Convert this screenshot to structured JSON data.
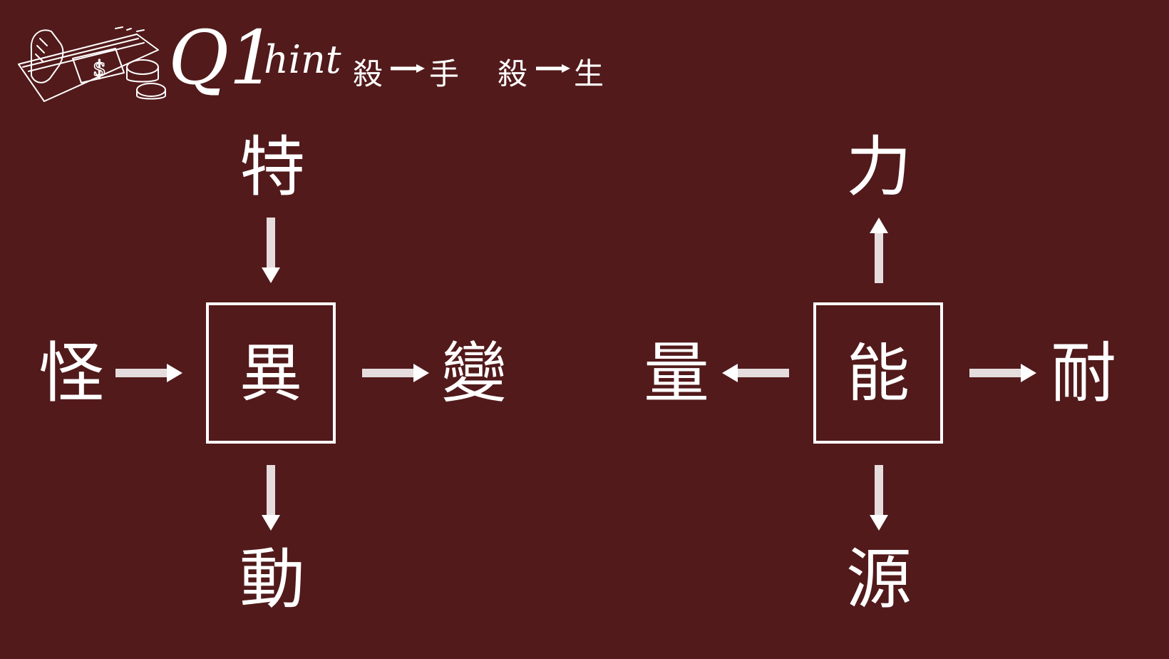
{
  "colors": {
    "background": "#521a1b",
    "foreground": "#ffffff"
  },
  "header": {
    "logo_icon": "money-hand-sketch-icon",
    "question_label": "Q1",
    "hint_label": "hint",
    "hint_pairs": [
      {
        "from": "殺",
        "to": "手"
      },
      {
        "from": "殺",
        "to": "生"
      }
    ]
  },
  "puzzles": [
    {
      "center": "異",
      "top": "特",
      "left": "怪",
      "right": "變",
      "bottom": "動",
      "arrows": {
        "top": "down",
        "left": "right",
        "right": "right",
        "bottom": "down"
      }
    },
    {
      "center": "能",
      "top": "力",
      "left": "量",
      "right": "耐",
      "bottom": "源",
      "arrows": {
        "top": "up",
        "left": "left",
        "right": "right",
        "bottom": "down"
      }
    }
  ]
}
